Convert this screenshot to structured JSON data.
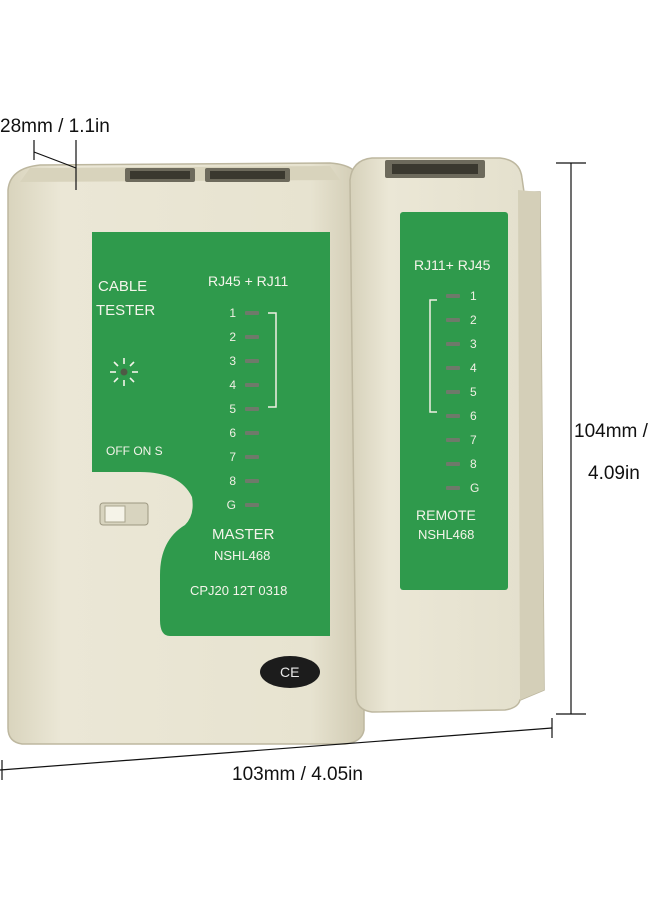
{
  "dimensions": {
    "thickness": "28mm / 1.1in",
    "height_line1": "104mm /",
    "height_line2": "4.09in",
    "width": "103mm / 4.05in"
  },
  "master": {
    "label_line1": "CABLE",
    "label_line2": "TESTER",
    "port_label": "RJ45 + RJ11",
    "switch_label": "OFF ON S",
    "model_line1": "MASTER",
    "model_line2": "NSHL468",
    "serial": "CPJ20 12T 0318",
    "cert_mark": "CE",
    "led_labels": [
      "1",
      "2",
      "3",
      "4",
      "5",
      "6",
      "7",
      "8",
      "G"
    ]
  },
  "remote": {
    "port_label": "RJ11+ RJ45",
    "model_line1": "REMOTE",
    "model_line2": "NSHL468",
    "led_labels": [
      "1",
      "2",
      "3",
      "4",
      "5",
      "6",
      "7",
      "8",
      "G"
    ]
  },
  "colors": {
    "body": "#e6e2cf",
    "panel": "#2f9a4c",
    "led": "#6e7a6a"
  }
}
